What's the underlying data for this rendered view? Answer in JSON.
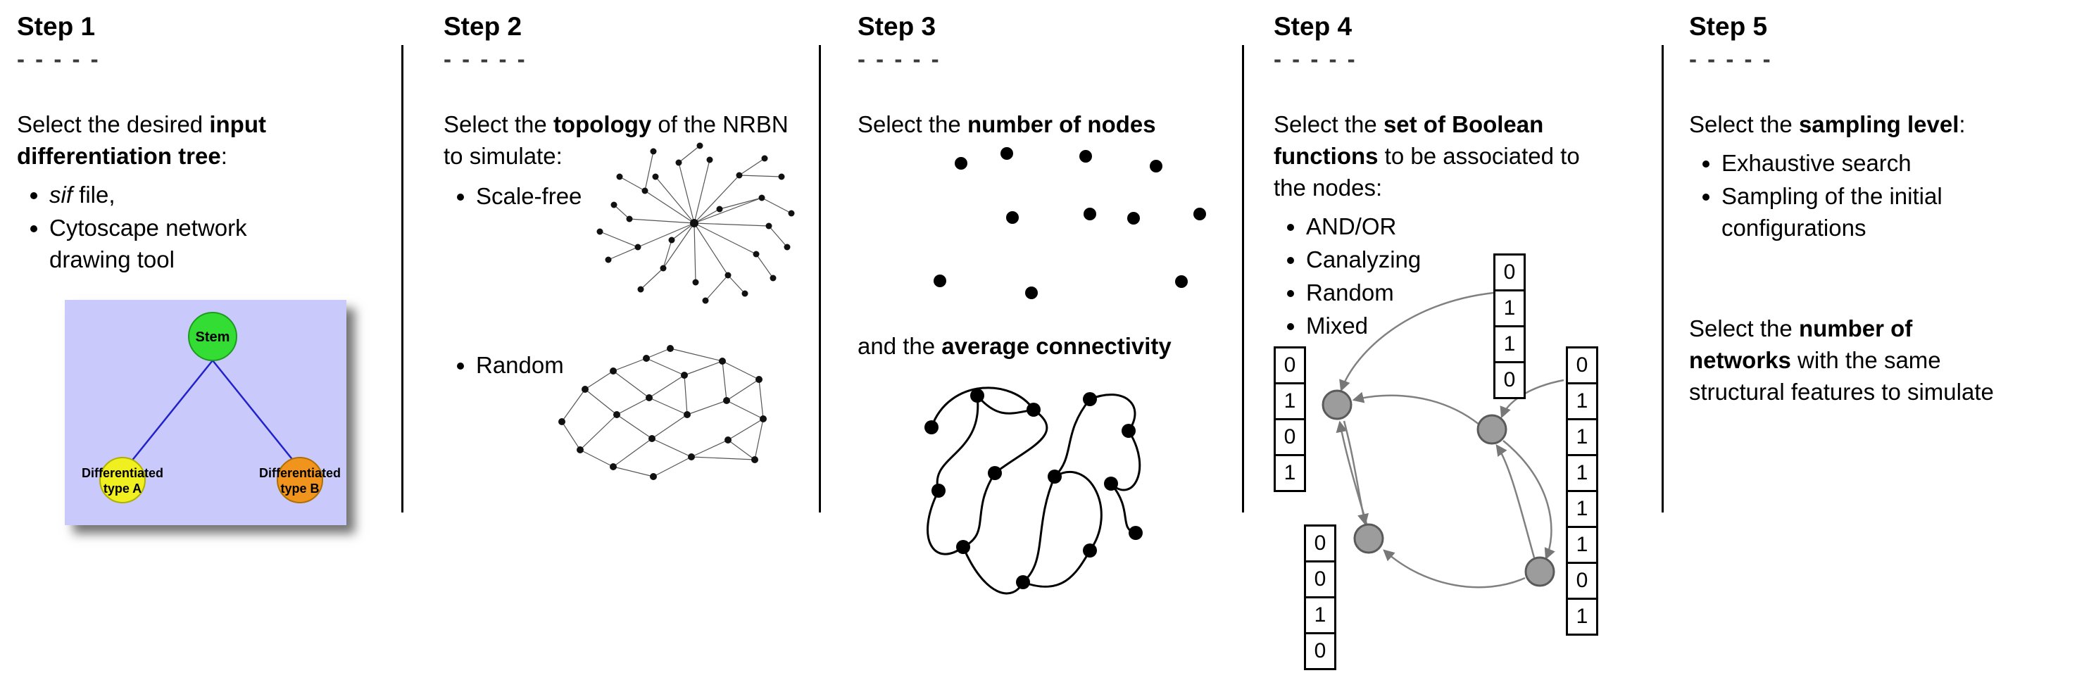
{
  "step1": {
    "title": "Step 1",
    "dashes": "- - - - -",
    "intro_pre": "Select the desired ",
    "intro_bold": "input differentiation tree",
    "intro_post": ":",
    "bullet1_italic": "sif",
    "bullet1_rest": " file,",
    "bullet2": "Cytoscape network drawing tool",
    "tree": {
      "stem": "Stem",
      "type_a_line1": "Differentiated",
      "type_a_line2": "type A",
      "type_b_line1": "Differentiated",
      "type_b_line2": "type B",
      "colors": {
        "background": "#c9c9fb",
        "stem": "#33dd33",
        "type_a": "#f0f020",
        "type_b": "#f0941e",
        "edge": "#2222cc"
      }
    }
  },
  "step2": {
    "title": "Step 2",
    "dashes": "- - - - -",
    "intro_pre": "Select the ",
    "intro_bold": "topology",
    "intro_post": " of the NRBN to simulate:",
    "bullet1": "Scale-free",
    "bullet2": "Random"
  },
  "step3": {
    "title": "Step 3",
    "dashes": "- - - - -",
    "line1_pre": "Select the ",
    "line1_bold": "number of nodes",
    "line2_pre": "and the ",
    "line2_bold": "average connectivity"
  },
  "step4": {
    "title": "Step 4",
    "dashes": "- - - - -",
    "intro_pre": "Select the ",
    "intro_bold": "set of Boolean functions",
    "intro_post": " to be associated to the nodes:",
    "bullets": [
      "AND/OR",
      "Canalyzing",
      "Random",
      "Mixed"
    ],
    "truth_tables": {
      "top": [
        "0",
        "1",
        "1",
        "0"
      ],
      "left": [
        "0",
        "1",
        "0",
        "1"
      ],
      "bottom_left": [
        "0",
        "0",
        "1",
        "0"
      ],
      "right": [
        "0",
        "1",
        "1",
        "1",
        "1",
        "1",
        "0",
        "1"
      ]
    }
  },
  "step5": {
    "title": "Step 5",
    "dashes": "- - - - -",
    "intro_pre": "Select the ",
    "intro_bold": "sampling level",
    "intro_post": ":",
    "bullets": [
      "Exhaustive search",
      "Sampling of the initial configurations"
    ],
    "second_pre": "Select the ",
    "second_bold": "number of networks",
    "second_post": " with the same structural features to simulate"
  }
}
